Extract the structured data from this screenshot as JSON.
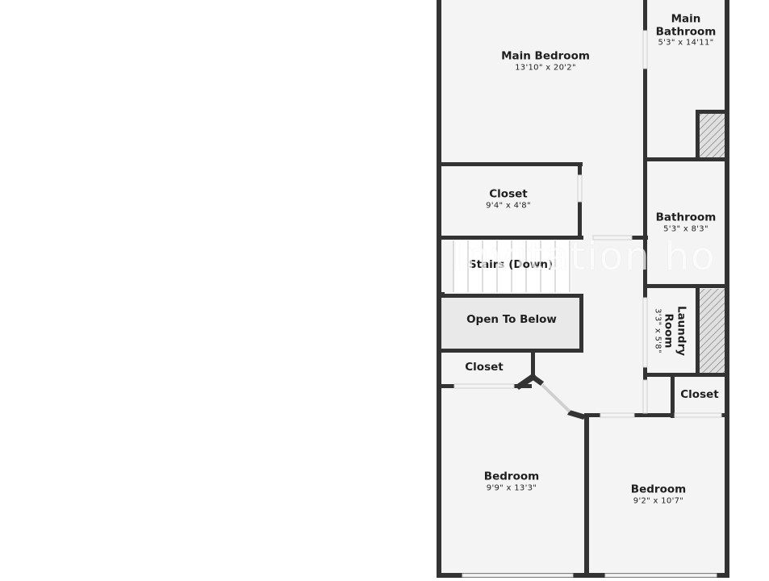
{
  "rooms": {
    "main_bedroom": {
      "name": "Main Bedroom",
      "dims": "13'10\" x 20'2\""
    },
    "main_bathroom": {
      "name": "Main\nBathroom",
      "dims": "5'3\" x 14'11\""
    },
    "closet_top": {
      "name": "Closet",
      "dims": "9'4\" x 4'8\""
    },
    "bathroom": {
      "name": "Bathroom",
      "dims": "5'3\" x 8'3\""
    },
    "stairs": {
      "name": "Stairs (Down)"
    },
    "open_to_below": {
      "name": "Open To Below"
    },
    "laundry": {
      "name": "Laundry\nRoom",
      "dims": "3'3\" x 5'8\""
    },
    "closet_mid": {
      "name": "Closet"
    },
    "closet_right": {
      "name": "Closet"
    },
    "bedroom_left": {
      "name": "Bedroom",
      "dims": "9'9\" x 13'3\""
    },
    "bedroom_right": {
      "name": "Bedroom",
      "dims": "9'2\" x 10'7\""
    }
  },
  "watermark": "Invitation ho",
  "colors": {
    "wall": "#333333",
    "floor": "#f4f4f4",
    "hatch": "#888888"
  }
}
